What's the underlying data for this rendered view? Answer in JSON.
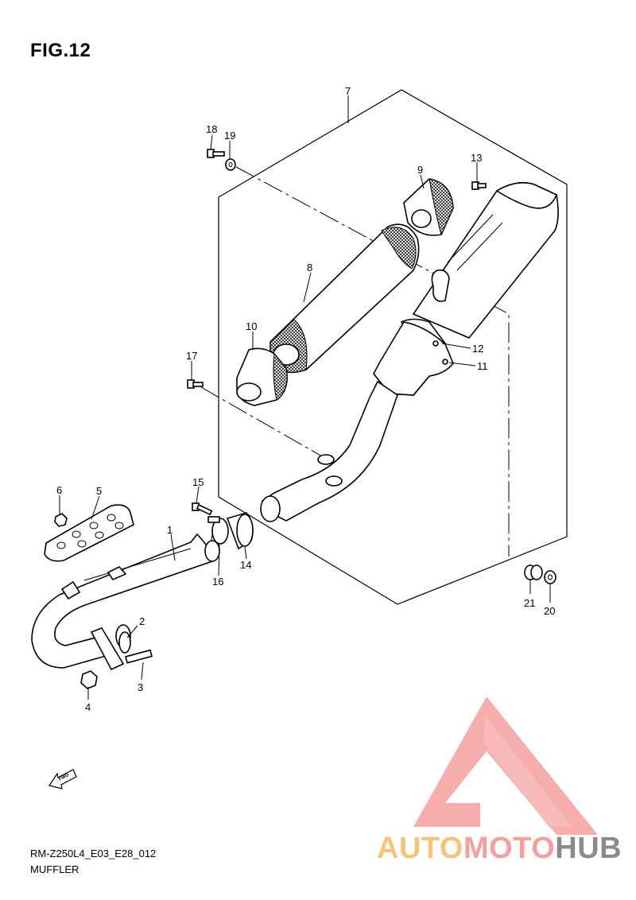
{
  "figure": {
    "title": "FIG.12",
    "code": "RM-Z250L4_E03_E28_012",
    "name": "MUFFLER"
  },
  "callouts": [
    "1",
    "2",
    "3",
    "4",
    "5",
    "6",
    "7",
    "8",
    "9",
    "10",
    "11",
    "12",
    "13",
    "14",
    "15",
    "16",
    "17",
    "18",
    "19",
    "20",
    "21"
  ],
  "fwd_label": "FWD",
  "watermark": {
    "part1": "AUTO",
    "part2": "MOTO",
    "part3": "HUB",
    "color_triangle": "#f4a09e",
    "color_auto": "#f7c37a",
    "color_moto": "#f4a09e",
    "color_hub": "#8a8a8a"
  }
}
